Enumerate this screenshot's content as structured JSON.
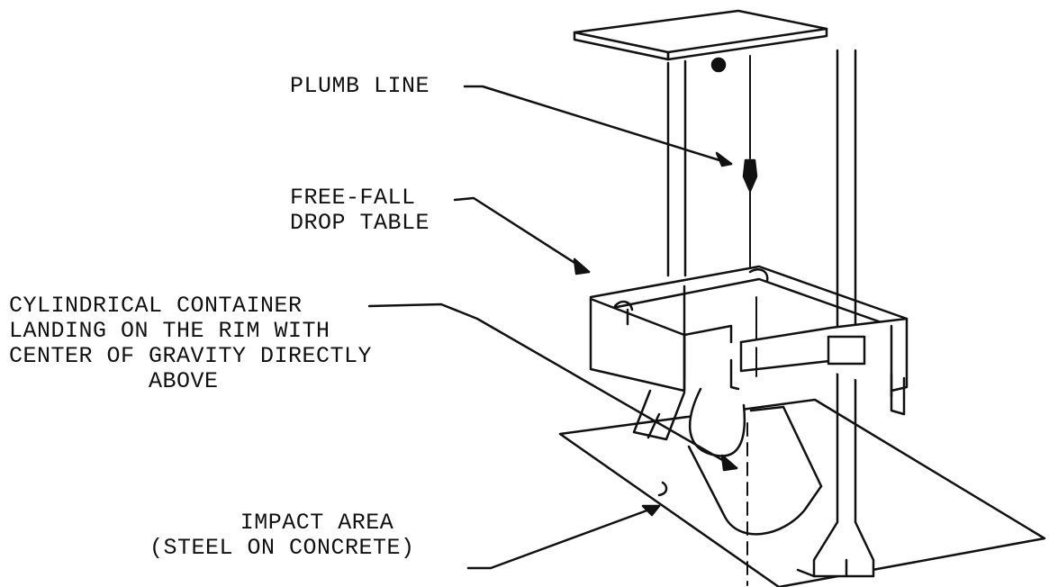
{
  "labels": {
    "plumb_line": "PLUMB LINE",
    "free_fall_table": "FREE-FALL\nDROP TABLE",
    "cylindrical_container": "CYLINDRICAL CONTAINER\nLANDING ON THE RIM WITH\nCENTER OF GRAVITY DIRECTLY\n          ABOVE",
    "impact_area": "     IMPACT AREA\n(STEEL ON CONCRETE)"
  }
}
